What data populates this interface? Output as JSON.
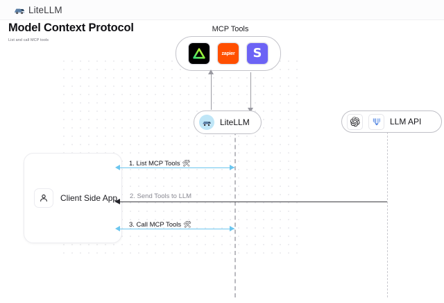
{
  "topbar": {
    "brand_name": "LiteLLM",
    "brand_icon": "litellm-truck-logo-icon"
  },
  "header": {
    "title": "Model Context Protocol",
    "subtitle": "List and call MCP tools"
  },
  "diagram": {
    "mcp_group": {
      "label": "MCP Tools",
      "tools": [
        {
          "name": "linear-tool-icon",
          "glyph": "▲",
          "bg": "#000000",
          "fg": "#7fe048"
        },
        {
          "name": "zapier-tool-icon",
          "glyph": "zapier",
          "bg": "#ff4f00",
          "fg": "#ffffff"
        },
        {
          "name": "stripe-tool-icon",
          "glyph": "S",
          "bg": "#6c63f5",
          "fg": "#ffffff"
        }
      ]
    },
    "nodes": [
      {
        "id": "litellm",
        "label": "LiteLLM",
        "icon": "litellm-avatar-icon"
      },
      {
        "id": "llm-api",
        "label": "LLM API",
        "icons": [
          "openai-logo-icon",
          "anthropic-logo-icon"
        ]
      }
    ],
    "client": {
      "label": "Client Side App",
      "icon": "user-person-icon"
    },
    "messages": [
      {
        "step": "1.",
        "text": "1. List MCP Tools",
        "emoji": "🛠",
        "color": "#6cc6ef",
        "direction": "bidirectional"
      },
      {
        "step": "2.",
        "text": "2. Send Tools to LLM",
        "emoji": "",
        "color": "#3c3c42",
        "direction": "left"
      },
      {
        "step": "3.",
        "text": "3. Call MCP Tools",
        "emoji": "🛠",
        "color": "#6cc6ef",
        "direction": "bidirectional"
      }
    ],
    "lifelines": [
      "mcp-lifeline",
      "llm-api-lifeline"
    ]
  },
  "colors": {
    "accent_blue": "#6cc6ef",
    "dark_arrow": "#3c3c42",
    "grid_dot": "#e9e9ec",
    "border": "#bfbfc6"
  }
}
